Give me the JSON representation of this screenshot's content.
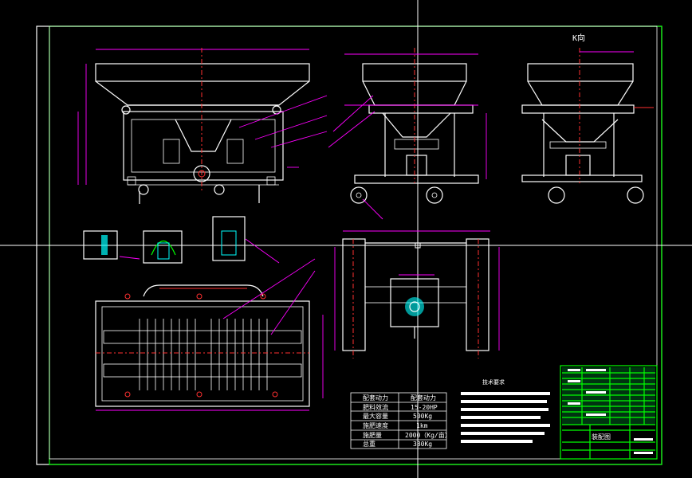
{
  "view_label": "K向",
  "spec_table": {
    "header": [
      "配套动力",
      "配套动力"
    ],
    "rows": [
      [
        "肥料效流",
        "15-20HP"
      ],
      [
        "最大容量",
        "500Kg"
      ],
      [
        "施肥速度",
        "1km"
      ],
      [
        "施肥量",
        "2000（Kg/亩）"
      ],
      [
        "总重",
        "380Kg"
      ]
    ]
  },
  "tech_req_title": "技术要求",
  "title_block_name": "装配图",
  "colors": {
    "background": "#000000",
    "frame": "#00ff00",
    "part": "#ffffff",
    "dimension": "#ff00ff",
    "center": "#ff3030",
    "fill": "#00ffff",
    "hatch": "#ffff00"
  }
}
